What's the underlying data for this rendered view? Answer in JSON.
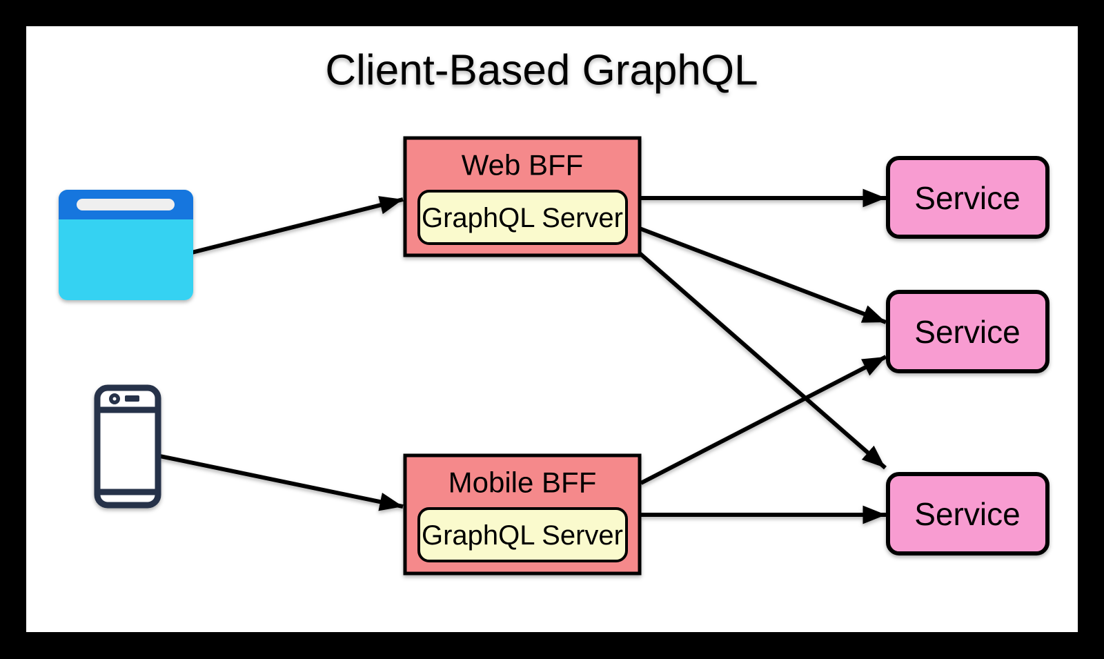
{
  "title": "Client-Based GraphQL",
  "frame": {
    "background": "#000000",
    "canvas": "#FFFFFF"
  },
  "nodes": {
    "web_bff": {
      "label": "Web BFF",
      "server_label": "GraphQL Server",
      "fill": "#F5898B",
      "server_fill": "#FAFACD"
    },
    "mobile_bff": {
      "label": "Mobile BFF",
      "server_label": "GraphQL Server",
      "fill": "#F5898B",
      "server_fill": "#FAFACD"
    },
    "services": [
      {
        "label": "Service"
      },
      {
        "label": "Service"
      },
      {
        "label": "Service"
      }
    ],
    "service_fill": "#F89CD1"
  },
  "icons": {
    "browser": {
      "name": "web-browser-icon",
      "header_color": "#1376DE",
      "body_color": "#36D2F2",
      "urlbar_color": "#EFEFEF"
    },
    "phone": {
      "name": "mobile-phone-icon",
      "outline_color": "#263248",
      "screen_color": "#FFFFFF"
    }
  },
  "edges": [
    {
      "from": "web-browser",
      "to": "web-bff"
    },
    {
      "from": "mobile-phone",
      "to": "mobile-bff"
    },
    {
      "from": "web-bff",
      "to": "service-1"
    },
    {
      "from": "web-bff",
      "to": "service-2"
    },
    {
      "from": "web-bff",
      "to": "service-3"
    },
    {
      "from": "mobile-bff",
      "to": "service-2"
    },
    {
      "from": "mobile-bff",
      "to": "service-3"
    }
  ],
  "edge_style": {
    "color": "#000000",
    "width": 6
  }
}
